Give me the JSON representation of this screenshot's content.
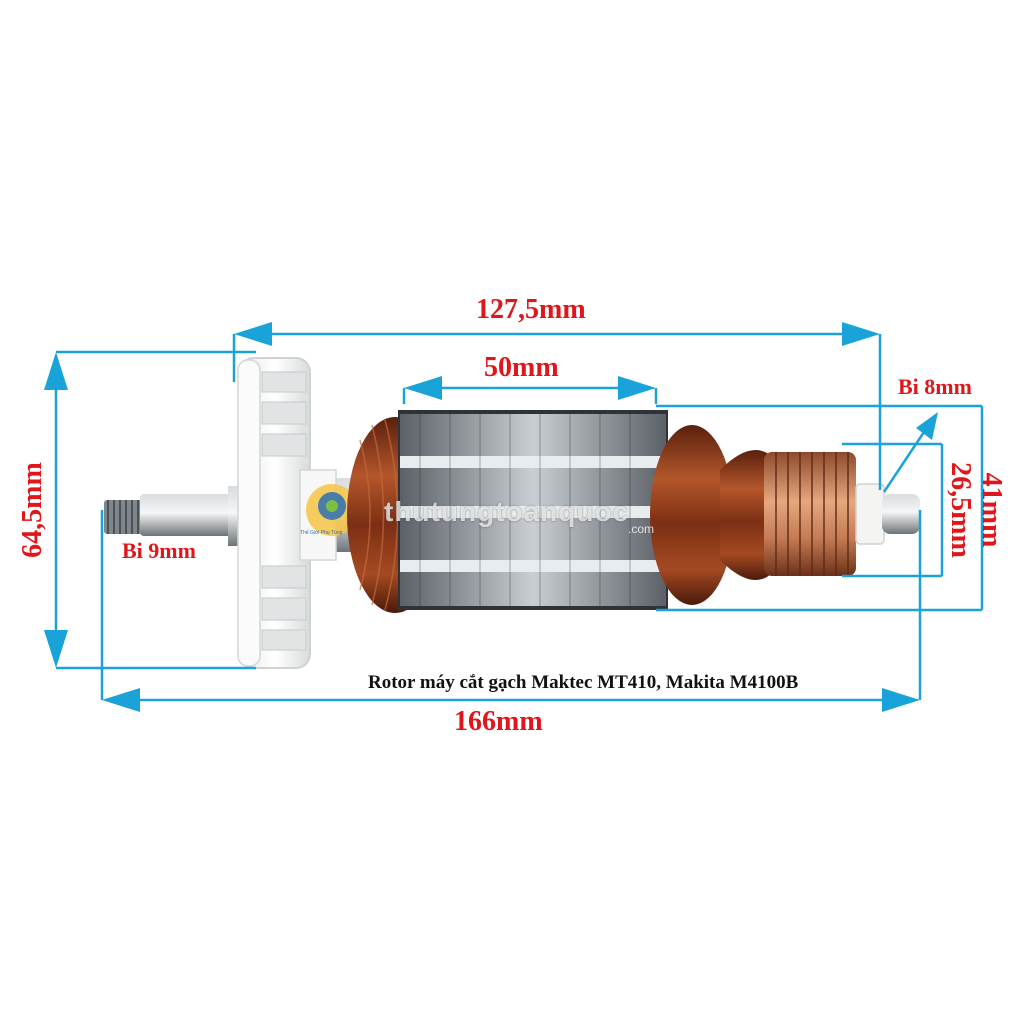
{
  "caption": "Rotor máy cắt gạch Maktec MT410, Makita M4100B",
  "dimensions": {
    "overall_length": "166mm",
    "armature_span": "127,5mm",
    "core_length": "50mm",
    "fan_diameter": "64,5mm",
    "core_diameter": "41mm",
    "commutator_diameter": "26,5mm",
    "bearing_left": "Bi 9mm",
    "bearing_right": "Bi 8mm"
  },
  "watermark": {
    "text": "thutungtoanquoc",
    "suffix": ".com",
    "logo_tagline": "Thế Giới Phụ Tùng"
  },
  "colors": {
    "dimension_line": "#1aa3d9",
    "dimension_text": "#e0161b",
    "caption_text": "#111111",
    "copper": "#8a3b1c",
    "steel": "#8a9096",
    "fan": "#f2f2f0"
  }
}
